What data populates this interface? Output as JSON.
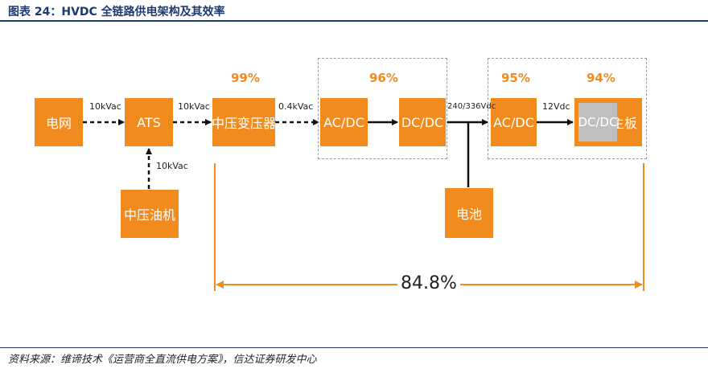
{
  "header": {
    "title": "图表 24：HVDC 全链路供电架构及其效率"
  },
  "nodes": {
    "grid": "电网",
    "ats": "ATS",
    "transformer": "中压变压器",
    "generator": "中压油机",
    "acdc1": "AC/DC",
    "dcdc1": "DC/DC",
    "battery": "电池",
    "acdc2": "AC/DC",
    "dcdc2": "DC/DC",
    "mainboard": "主板"
  },
  "links": {
    "grid_ats": "10kVac",
    "generator_ats": "10kVac",
    "ats_transformer": "10kVac",
    "transformer_acdc": "0.4kVac",
    "dc_bus": "240/336Vdc",
    "acdc_dcdc2": "12Vdc"
  },
  "efficiency": {
    "transformer": "99%",
    "acdc_dcdc_group": "96%",
    "acdc2": "95%",
    "dcdc2": "94%",
    "total": "84.8%"
  },
  "colors": {
    "node": "#f28b1e",
    "node_gray": "#bfbfbf",
    "accent_text": "#f28b1e",
    "title": "#1e3a6e"
  },
  "footer": {
    "source": "资料来源：维谛技术《运营商全直流供电方案》，信达证券研发中心"
  }
}
